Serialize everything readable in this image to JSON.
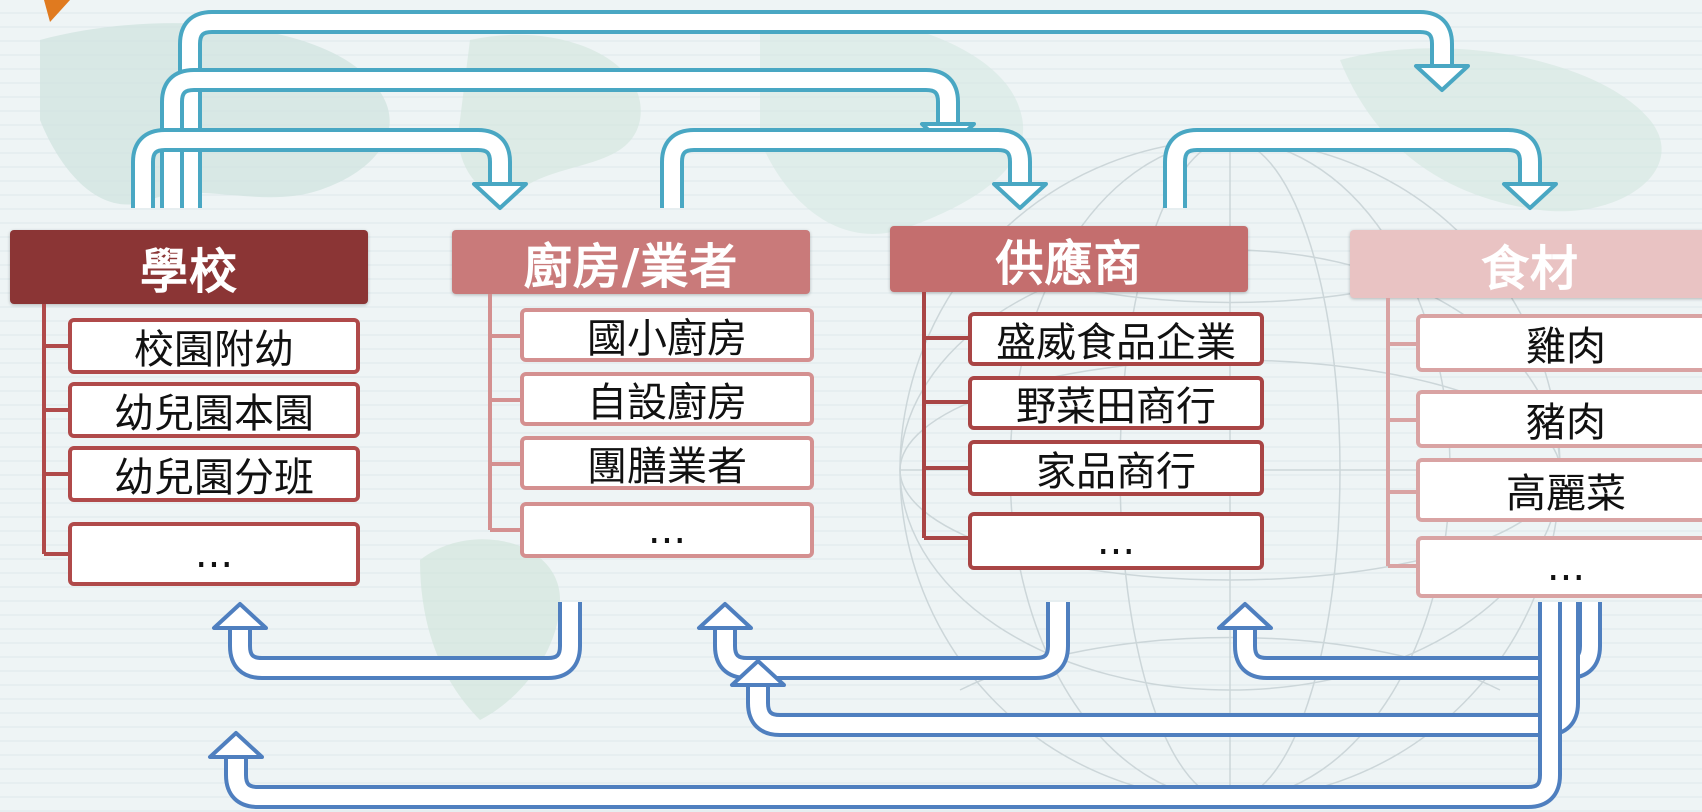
{
  "colors": {
    "top_arrow": "#49a7c3",
    "bottom_arrow": "#4f7fbf",
    "school": "#8b3535",
    "kitchen": "#c97a7a",
    "supplier": "#c46e6e",
    "ingredient": "#e9c3c3",
    "item_border_school": "#b04a4a",
    "item_border_kitchen": "#d49090",
    "item_border_supplier": "#a94545",
    "item_border_ingredient": "#d9a3a3"
  },
  "groups": {
    "school": {
      "title": "學校",
      "items": [
        "校園附幼",
        "幼兒園本園",
        "幼兒園分班",
        "..."
      ]
    },
    "kitchen": {
      "title": "廚房/業者",
      "items": [
        "國小廚房",
        "自設廚房",
        "團膳業者",
        "..."
      ]
    },
    "supplier": {
      "title": "供應商",
      "items": [
        "盛威食品企業",
        "野菜田商行",
        "家品商行",
        "..."
      ]
    },
    "ingredient": {
      "title": "食材",
      "items": [
        "雞肉",
        "豬肉",
        "高麗菜",
        "..."
      ]
    }
  }
}
